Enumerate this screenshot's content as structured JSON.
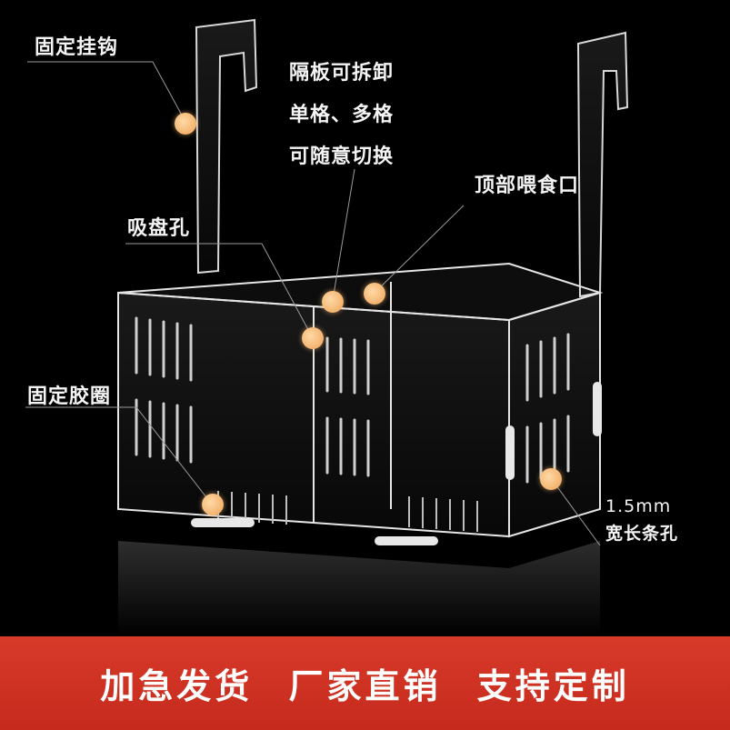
{
  "labels": {
    "fixed_hook": "固定挂钩",
    "divider_lines": [
      "隔板可拆卸",
      "单格、多格",
      "可随意切换"
    ],
    "top_feeding_port": "顶部喂食口",
    "suction_cup_hole": "吸盘孔",
    "fixed_rubber_ring": "固定胶圈",
    "slot_size": "1.5mm",
    "slot_desc": "宽长条孔"
  },
  "banner": {
    "text": "加急发货  厂家直销  支持定制"
  },
  "colors": {
    "background": "#000000",
    "accent_dot": "#f3b36e",
    "banner": "#cf3222",
    "label_text": "#f4f4f4"
  }
}
